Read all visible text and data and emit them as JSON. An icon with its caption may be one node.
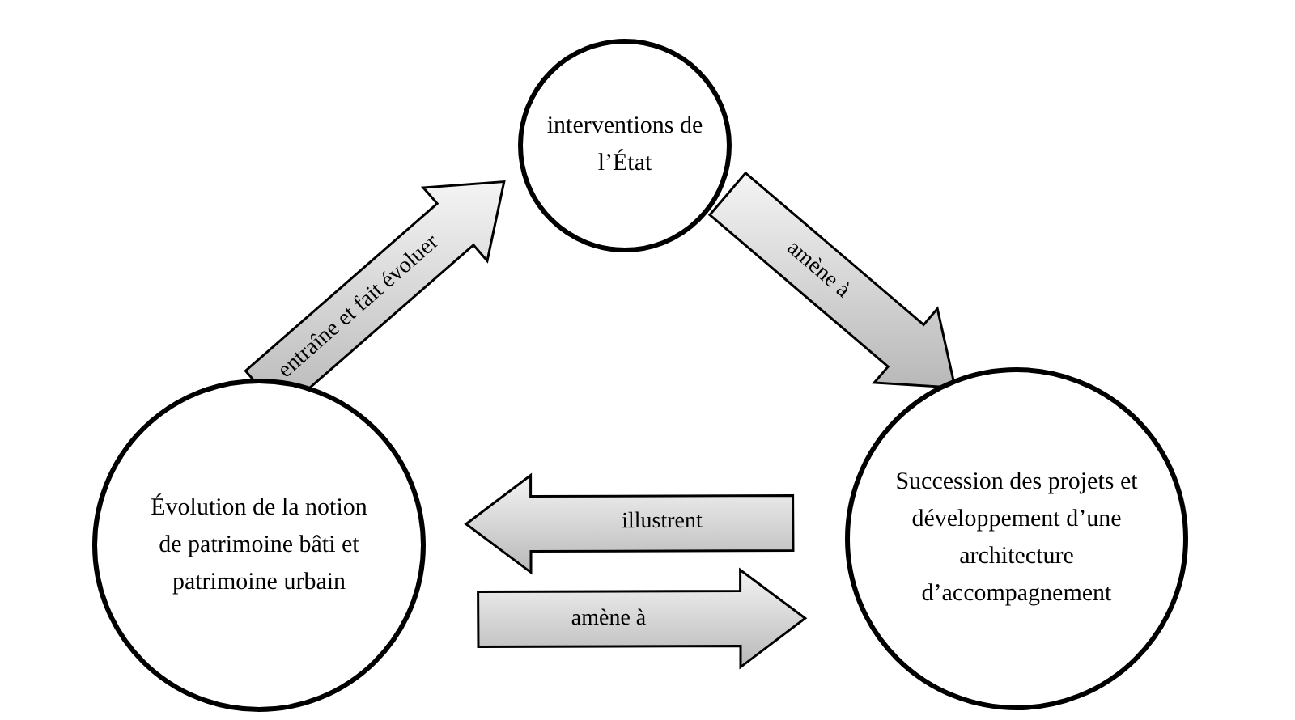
{
  "diagram": {
    "nodes": [
      {
        "text": [
          "interventions de l’État"
        ]
      },
      {
        "text": [
          "Évolution de la notion de patrimoine bâti et patrimoine urbain"
        ]
      },
      {
        "text": [
          "Succession des projets et développement d’une architecture d’accompagnement"
        ]
      }
    ],
    "edges": [
      {
        "from": 1,
        "to": 0,
        "arrow": "to",
        "label": "entraîne et fait évoluer"
      },
      {
        "from": 0,
        "to": 2,
        "arrow": "to",
        "label": "amène à"
      },
      {
        "from": 2,
        "to": 1,
        "arrow": "to",
        "label": "illustrent"
      },
      {
        "from": 1,
        "to": 2,
        "arrow": "to",
        "label": "amène à"
      }
    ]
  }
}
